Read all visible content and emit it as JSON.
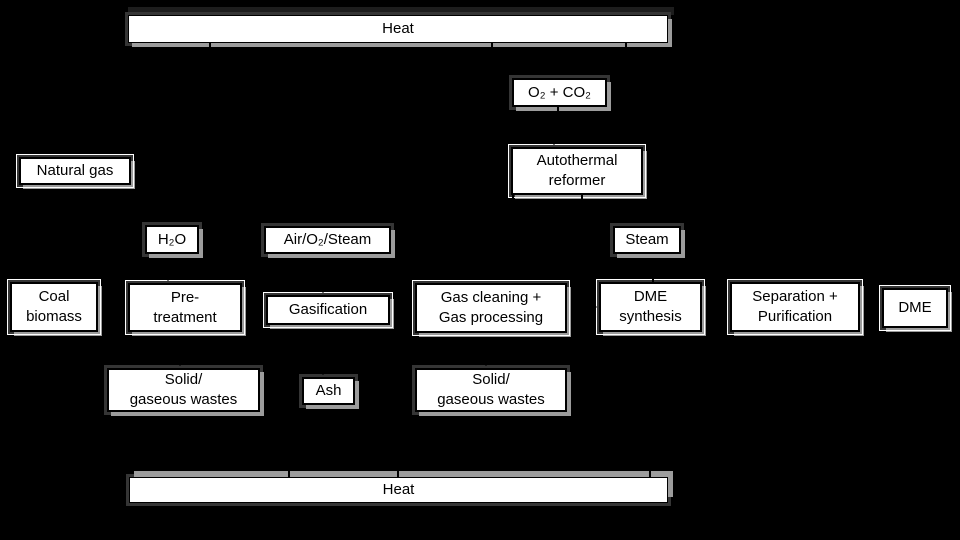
{
  "diagram": {
    "description": "DME production process flowchart",
    "colors": {
      "background": "#000000",
      "box_fill": "#ffffff",
      "box_border": "#000000",
      "shadow": "#9c9c9c",
      "halo": "#353535"
    },
    "nodes": {
      "heat_top": {
        "label": "Heat"
      },
      "o2_co2": {
        "label": "O₂ + CO₂"
      },
      "natural_gas": {
        "label": "Natural gas"
      },
      "autothermal_reformer": {
        "label": "Autothermal\nreformer"
      },
      "h2o": {
        "label": "H₂O"
      },
      "air_o2_steam": {
        "label": "Air/O₂/Steam"
      },
      "steam": {
        "label": "Steam"
      },
      "coal_biomass": {
        "label": "Coal\nbiomass"
      },
      "pretreatment": {
        "label": "Pre-\ntreatment"
      },
      "gasification": {
        "label": "Gasification"
      },
      "gas_cleaning": {
        "label": "Gas cleaning +\nGas processing"
      },
      "dme_synthesis": {
        "label": "DME\nsynthesis"
      },
      "separation": {
        "label": "Separation +\nPurification"
      },
      "dme": {
        "label": "DME"
      },
      "wastes_left": {
        "label": "Solid/\ngaseous wastes"
      },
      "ash": {
        "label": "Ash"
      },
      "wastes_right": {
        "label": "Solid/\ngaseous wastes"
      },
      "heat_bottom": {
        "label": "Heat"
      }
    }
  }
}
